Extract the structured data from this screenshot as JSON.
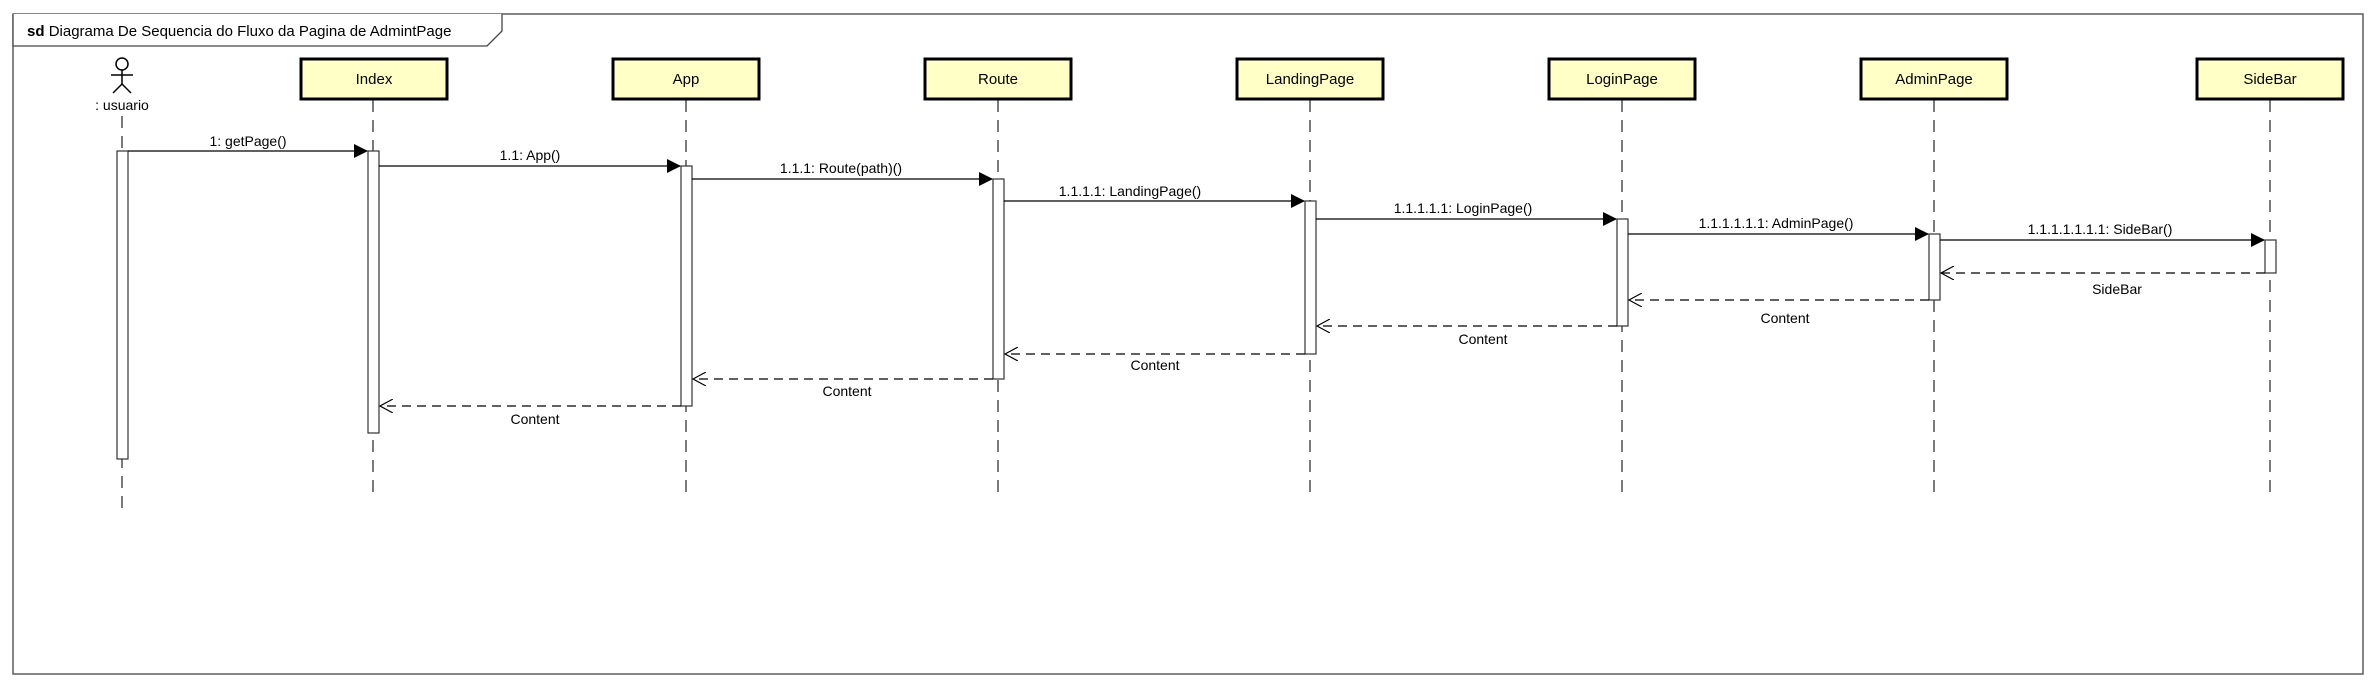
{
  "frame": {
    "keyword": "sd",
    "title": "Diagrama De Sequencia do Fluxo da Pagina de AdmintPage"
  },
  "colors": {
    "participant_fill": "#ffffc6",
    "line": "#000000",
    "background": "#ffffff"
  },
  "actor": {
    "name": ": usuario",
    "icon": "stick-figure-actor-icon"
  },
  "participants": [
    "Index",
    "App",
    "Route",
    "LandingPage",
    "LoginPage",
    "AdminPage",
    "SideBar"
  ],
  "messages": [
    {
      "label": "1: getPage()",
      "from": ": usuario",
      "to": "Index",
      "kind": "sync"
    },
    {
      "label": "1.1: App()",
      "from": "Index",
      "to": "App",
      "kind": "sync"
    },
    {
      "label": "1.1.1: Route(path)()",
      "from": "App",
      "to": "Route",
      "kind": "sync"
    },
    {
      "label": "1.1.1.1: LandingPage()",
      "from": "Route",
      "to": "LandingPage",
      "kind": "sync"
    },
    {
      "label": "1.1.1.1.1: LoginPage()",
      "from": "LandingPage",
      "to": "LoginPage",
      "kind": "sync"
    },
    {
      "label": "1.1.1.1.1.1: AdminPage()",
      "from": "LoginPage",
      "to": "AdminPage",
      "kind": "sync"
    },
    {
      "label": "1.1.1.1.1.1.1: SideBar()",
      "from": "AdminPage",
      "to": "SideBar",
      "kind": "sync"
    },
    {
      "label": "SideBar",
      "from": "SideBar",
      "to": "AdminPage",
      "kind": "return"
    },
    {
      "label": "Content",
      "from": "AdminPage",
      "to": "LoginPage",
      "kind": "return"
    },
    {
      "label": "Content",
      "from": "LoginPage",
      "to": "LandingPage",
      "kind": "return"
    },
    {
      "label": "Content",
      "from": "LandingPage",
      "to": "Route",
      "kind": "return"
    },
    {
      "label": "Content",
      "from": "Route",
      "to": "App",
      "kind": "return"
    },
    {
      "label": "Content",
      "from": "App",
      "to": "Index",
      "kind": "return"
    }
  ]
}
